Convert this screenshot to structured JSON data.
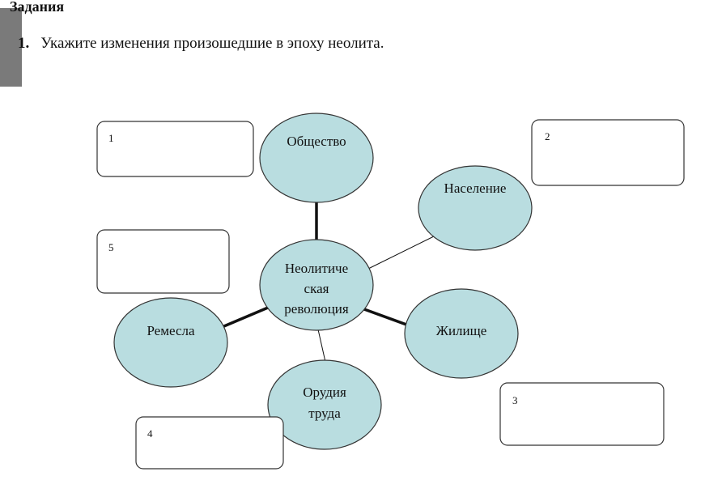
{
  "heading": "Задания",
  "task": {
    "number": "1.",
    "text": "Укажите изменения произошедшие в эпоху неолита."
  },
  "diagram": {
    "center": [
      "Неолитиче",
      "ская",
      "революция"
    ],
    "nodes": {
      "society": "Общество",
      "population": "Население",
      "dwelling": "Жилище",
      "tools": [
        "Орудия",
        "труда"
      ],
      "crafts": "Ремесла"
    },
    "boxes": {
      "b1": "1",
      "b2": "2",
      "b3": "3",
      "b4": "4",
      "b5": "5"
    }
  },
  "colors": {
    "ellipse_fill": "#b9dde0",
    "bar": "#7a7a7a"
  }
}
